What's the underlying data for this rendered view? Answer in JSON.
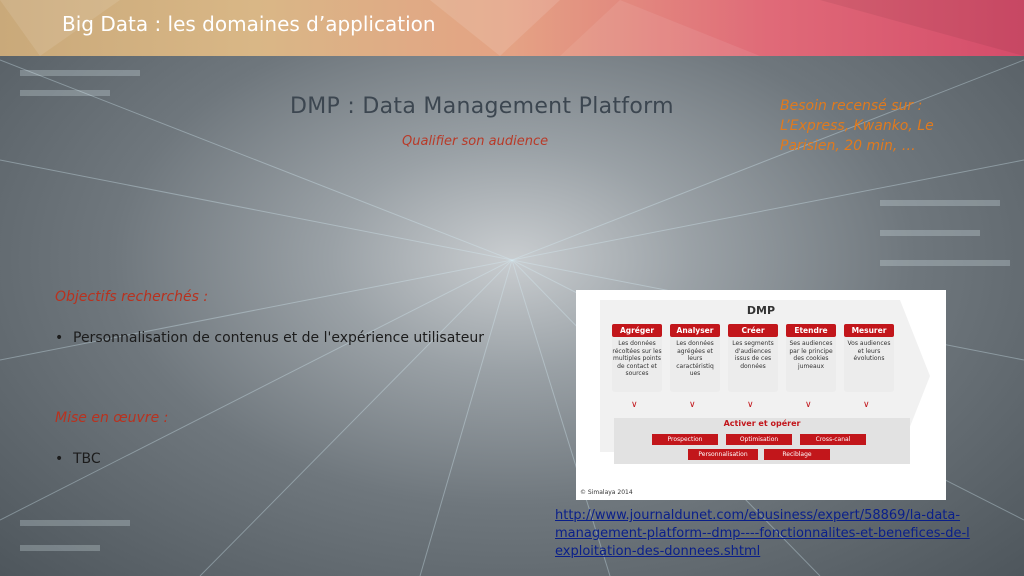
{
  "slide": {
    "title": "Big Data : les domaines d’application",
    "dmp_title": "DMP : Data Management Platform",
    "subtitle": "Qualifier son audience",
    "need_lines": [
      "Besoin recensé sur :",
      "L’Express, Kwanko, Le",
      "Parisien, 20 min, …"
    ],
    "objectives_label": "Objectifs recherchés :",
    "objectives_bullet": "Personnalisation de contenus et de l'expérience utilisateur",
    "implementation_label": "Mise en œuvre :",
    "implementation_bullet": "TBC",
    "bullet_glyph": "•",
    "link_lines": [
      "http://www.journaldunet.com/ebusiness/expert/58869/la-data-",
      "management-platform--dmp----fonctionnalites-et-benefices-de-l",
      "exploitation-des-donnees.shtml"
    ]
  },
  "figure": {
    "heading": "DMP",
    "columns": [
      {
        "title": "Agréger",
        "text": "Les données récoltées sur les multiples points de contact et sources"
      },
      {
        "title": "Analyser",
        "text": "Les données agrégées et leurs caractéristiq ues"
      },
      {
        "title": "Créer",
        "text": "Les segments d'audiences issus de ces données"
      },
      {
        "title": "Etendre",
        "text": "Ses audiences par le principe des cookies jumeaux"
      },
      {
        "title": "Mesurer",
        "text": "Vos audiences et leurs évolutions"
      }
    ],
    "activate_title": "Activer et opérer",
    "pills_row1": [
      "Prospection",
      "Optimisation",
      "Cross-canal"
    ],
    "pills_row2": [
      "Personnalisation",
      "Reciblage"
    ],
    "credit": "© Simalaya 2014"
  },
  "colors": {
    "accent_red": "#c2161b",
    "label_red": "#b8321f",
    "need_orange": "#e07a1e",
    "link_blue": "#0a1f8a"
  }
}
